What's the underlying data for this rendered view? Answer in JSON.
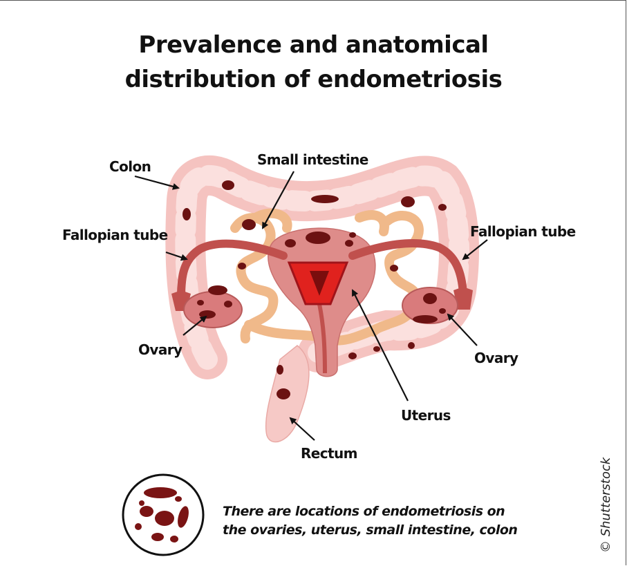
{
  "title": {
    "line1": "Prevalence and anatomical",
    "line2": "distribution of endometriosis"
  },
  "labels": {
    "colon": "Colon",
    "small_intestine": "Small intestine",
    "fallopian_tube_left": "Fallopian tube",
    "fallopian_tube_right": "Fallopian tube",
    "ovary_left": "Ovary",
    "ovary_right": "Ovary",
    "uterus": "Uterus",
    "rectum": "Rectum"
  },
  "caption": {
    "line1": "There are locations of endometriosis on",
    "line2": "the ovaries, uterus, small intestine, colon"
  },
  "credit": "© Shutterstock",
  "colors": {
    "colon": "#f7c9c6",
    "small_intestine": "#f2c08f",
    "uterus": "#d98686",
    "tube": "#c0504d",
    "lesion": "#6b1212",
    "cavity": "#e0221e"
  }
}
